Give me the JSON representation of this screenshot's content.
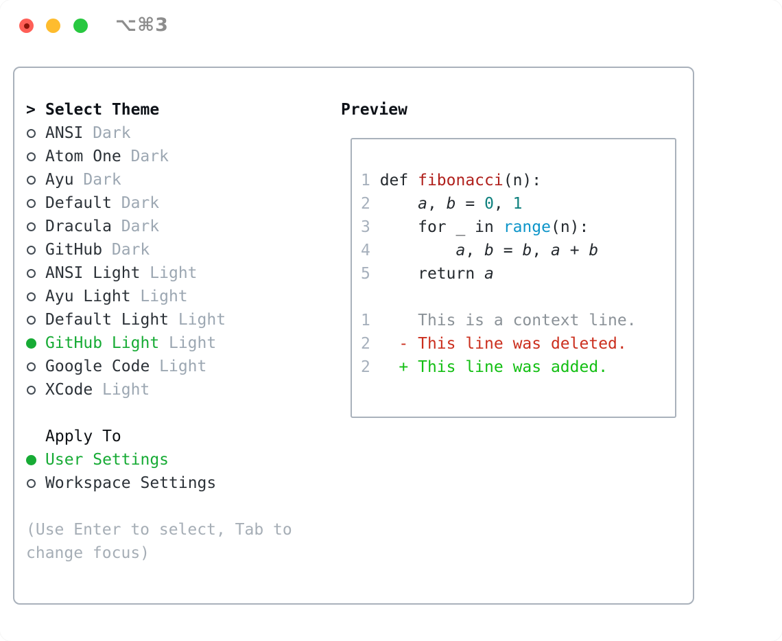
{
  "window": {
    "title": "⌥⌘3",
    "traffic_lights": [
      "close",
      "minimize",
      "zoom"
    ]
  },
  "colors": {
    "accent": "#17ab35",
    "added": "#13bf13",
    "deleted": "#cb2f1e",
    "func": "#b0201c",
    "number": "#0e807d",
    "builtin": "#0d95c9",
    "context": "#8b9298",
    "muted": "#9ca7b2",
    "linenum": "#a6b0bc",
    "hint": "#a6aeb6",
    "text": "#24292e",
    "border": "#a9b1bb"
  },
  "theme_picker": {
    "heading_prefix": ">",
    "heading": "Select Theme",
    "themes": [
      {
        "name": "ANSI",
        "tag": "Dark",
        "selected": false
      },
      {
        "name": "Atom One",
        "tag": "Dark",
        "selected": false
      },
      {
        "name": "Ayu",
        "tag": "Dark",
        "selected": false
      },
      {
        "name": "Default",
        "tag": "Dark",
        "selected": false
      },
      {
        "name": "Dracula",
        "tag": "Dark",
        "selected": false
      },
      {
        "name": "GitHub",
        "tag": "Dark",
        "selected": false
      },
      {
        "name": "ANSI Light",
        "tag": "Light",
        "selected": false
      },
      {
        "name": "Ayu Light",
        "tag": "Light",
        "selected": false
      },
      {
        "name": "Default Light",
        "tag": "Light",
        "selected": false
      },
      {
        "name": "GitHub Light",
        "tag": "Light",
        "selected": true
      },
      {
        "name": "Google Code",
        "tag": "Light",
        "selected": false
      },
      {
        "name": "XCode",
        "tag": "Light",
        "selected": false
      }
    ],
    "apply_to": {
      "heading": "Apply To",
      "options": [
        {
          "name": "User Settings",
          "selected": true
        },
        {
          "name": "Workspace Settings",
          "selected": false
        }
      ]
    },
    "hint": "(Use Enter to select, Tab to change focus)"
  },
  "preview": {
    "label": "Preview",
    "code_lines": [
      {
        "num": "1",
        "segments": [
          {
            "t": "def ",
            "c": "plain"
          },
          {
            "t": "fibonacci",
            "c": "func"
          },
          {
            "t": "(n):",
            "c": "plain"
          }
        ]
      },
      {
        "num": "2",
        "segments": [
          {
            "t": "    ",
            "c": "plain"
          },
          {
            "t": "a",
            "c": "var"
          },
          {
            "t": ", ",
            "c": "plain"
          },
          {
            "t": "b",
            "c": "var"
          },
          {
            "t": " = ",
            "c": "plain"
          },
          {
            "t": "0",
            "c": "number"
          },
          {
            "t": ", ",
            "c": "plain"
          },
          {
            "t": "1",
            "c": "number"
          }
        ]
      },
      {
        "num": "3",
        "segments": [
          {
            "t": "    for _ in ",
            "c": "plain"
          },
          {
            "t": "range",
            "c": "builtin"
          },
          {
            "t": "(n):",
            "c": "plain"
          }
        ]
      },
      {
        "num": "4",
        "segments": [
          {
            "t": "        ",
            "c": "plain"
          },
          {
            "t": "a",
            "c": "var"
          },
          {
            "t": ", ",
            "c": "plain"
          },
          {
            "t": "b",
            "c": "var"
          },
          {
            "t": " = ",
            "c": "plain"
          },
          {
            "t": "b",
            "c": "var"
          },
          {
            "t": ", ",
            "c": "plain"
          },
          {
            "t": "a",
            "c": "var"
          },
          {
            "t": " + ",
            "c": "plain"
          },
          {
            "t": "b",
            "c": "var"
          }
        ]
      },
      {
        "num": "5",
        "segments": [
          {
            "t": "    return ",
            "c": "plain"
          },
          {
            "t": "a",
            "c": "var"
          }
        ]
      }
    ],
    "diff_lines": [
      {
        "num": "1",
        "marker": " ",
        "text": "This is a context line.",
        "style": "context"
      },
      {
        "num": "2",
        "marker": "-",
        "text": "This line was deleted.",
        "style": "deleted"
      },
      {
        "num": "2",
        "marker": "+",
        "text": "This line was added.",
        "style": "added"
      }
    ]
  }
}
